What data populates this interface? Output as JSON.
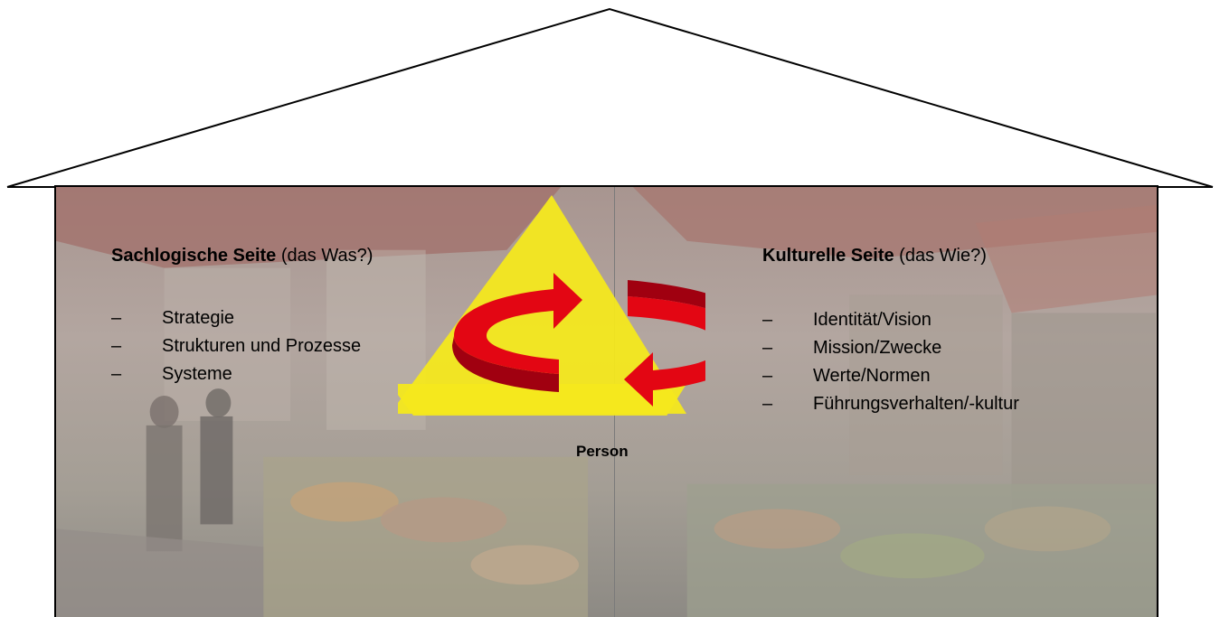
{
  "left_side": {
    "title_bold": "Sachlogische Seite",
    "title_rest": " (das Was?)",
    "items": [
      "Strategie",
      "Strukturen und Prozesse",
      "Systeme"
    ],
    "bullet": "–"
  },
  "right_side": {
    "title_bold": "Kulturelle Seite",
    "title_rest": " (das Wie?)",
    "items": [
      "Identität/Vision",
      "Mission/Zwecke",
      "Werte/Normen",
      "Führungsverhalten/-kultur"
    ],
    "bullet": "–"
  },
  "center": {
    "label": "Person",
    "star_color": "#f4e81e",
    "arrow_color": "#e30613",
    "arrow_shadow_color": "#a00010"
  },
  "background": {
    "photo_tint": "#9e8f88",
    "roof_line_color": "#000000"
  }
}
